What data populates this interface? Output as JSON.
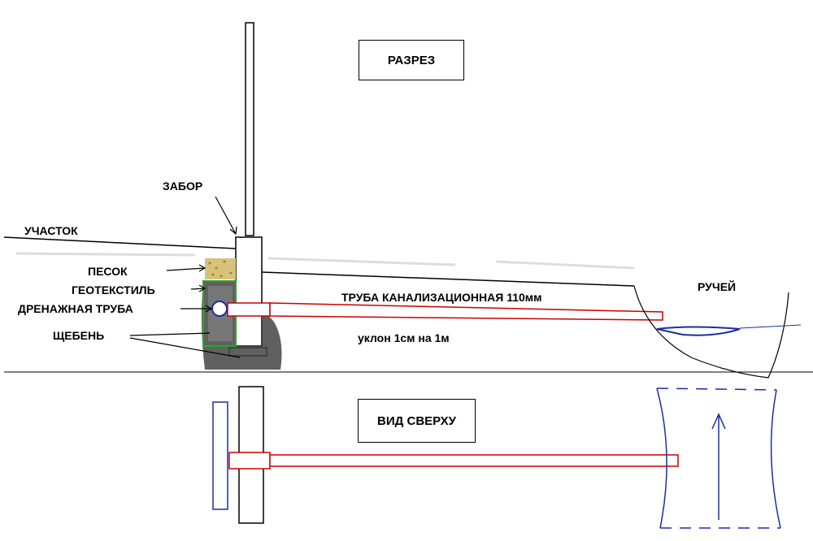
{
  "section_title": "РАЗРЕЗ",
  "top_view_title": "ВИД СВЕРХУ",
  "labels": {
    "fence": "ЗАБОР",
    "plot": "УЧАСТОК",
    "sand": "ПЕСОК",
    "geotextile": "ГЕОТЕКСТИЛЬ",
    "drain_pipe": "ДРЕНАЖНАЯ ТРУБА",
    "gravel": "ЩЕБЕНЬ",
    "sewer_pipe": "ТРУБА КАНАЛИЗАЦИОННАЯ 110мм",
    "slope": "уклон 1см на 1м",
    "stream": "РУЧЕЙ"
  },
  "colors": {
    "pipe": "#cc0000",
    "geotextile": "#22aa22",
    "water": "#1a2fa0",
    "sand": "#d8c27a",
    "outline": "#000000"
  }
}
